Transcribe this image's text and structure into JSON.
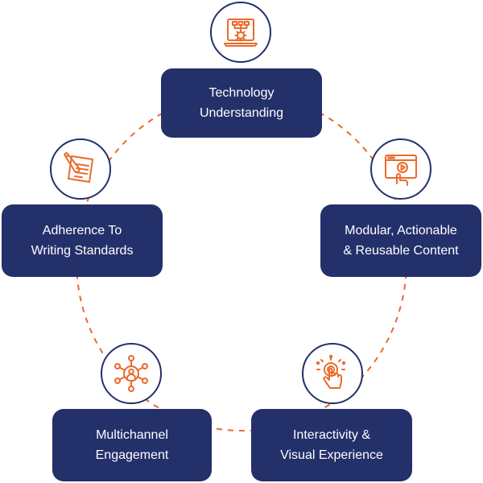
{
  "colors": {
    "navy": "#24306a",
    "orange": "#ea6a2c",
    "dashed_ring": "#ea6a2c",
    "background": "#ffffff"
  },
  "nodes": [
    {
      "id": "technology",
      "icon": "gear-laptop-icon",
      "lines": [
        "Technology",
        "Understanding"
      ]
    },
    {
      "id": "modular",
      "icon": "video-click-icon",
      "lines": [
        "Modular, Actionable",
        "& Reusable Content"
      ]
    },
    {
      "id": "interactivity",
      "icon": "touch-tap-icon",
      "lines": [
        "Interactivity &",
        "Visual Experience"
      ]
    },
    {
      "id": "multichannel",
      "icon": "network-user-icon",
      "lines": [
        "Multichannel",
        "Engagement"
      ]
    },
    {
      "id": "adherence",
      "icon": "pen-notepad-icon",
      "lines": [
        "Adherence To",
        "Writing Standards"
      ]
    }
  ]
}
